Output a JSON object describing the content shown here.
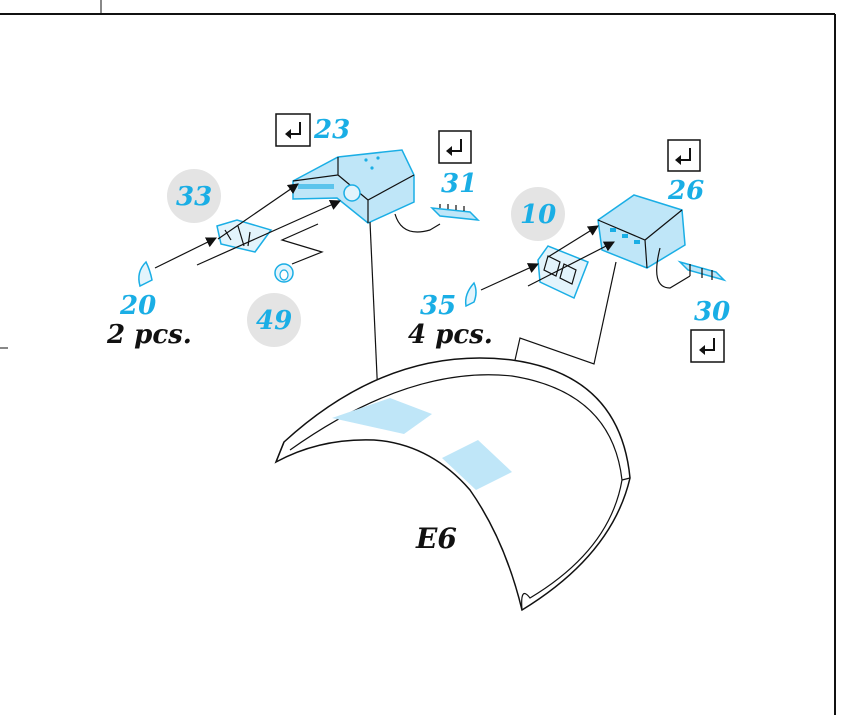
{
  "labels": {
    "part_23": "23",
    "part_33": "33",
    "part_31": "31",
    "part_20": "20",
    "part_49": "49",
    "part_10": "10",
    "part_26": "26",
    "part_35": "35",
    "part_30": "30",
    "qty_left": "2 pcs.",
    "qty_right": "4 pcs.",
    "subassembly": "E6"
  },
  "colors": {
    "part_blue": "#1aaee5",
    "part_fill": "#bfe6f8",
    "badge_grey": "#e4e4e4",
    "ink": "#111111"
  },
  "icons": {
    "bend_marker": "bend-arrow-icon"
  }
}
